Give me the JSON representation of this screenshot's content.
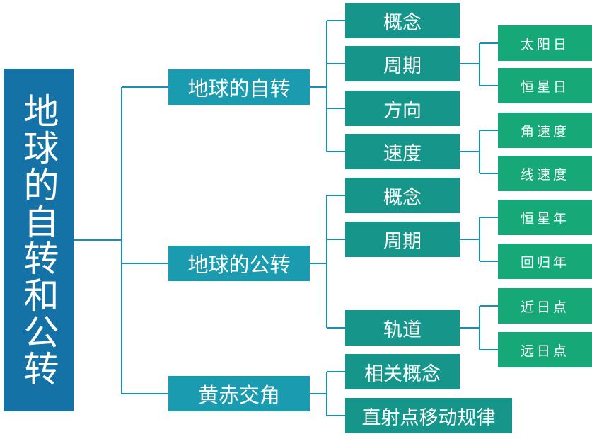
{
  "root": "地球的自转和公转",
  "branches": [
    {
      "label": "地球的自转",
      "children": [
        {
          "label": "概念"
        },
        {
          "label": "周期",
          "children": [
            "太阳日",
            "恒星日"
          ]
        },
        {
          "label": "方向"
        },
        {
          "label": "速度",
          "children": [
            "角速度",
            "线速度"
          ]
        }
      ]
    },
    {
      "label": "地球的公转",
      "children": [
        {
          "label": "概念"
        },
        {
          "label": "周期",
          "children": [
            "恒星年",
            "回归年"
          ]
        },
        {
          "label": "轨道",
          "children": [
            "近日点",
            "远日点"
          ]
        }
      ]
    },
    {
      "label": "黄赤交角",
      "children": [
        {
          "label": "相关概念"
        },
        {
          "label": "直射点移动规律"
        }
      ]
    }
  ],
  "colors": {
    "root": "#1572a6",
    "level1": "#1a9bb0",
    "level2": "#16958a",
    "level3": "#17a878",
    "connector": "#1a8fb0"
  }
}
